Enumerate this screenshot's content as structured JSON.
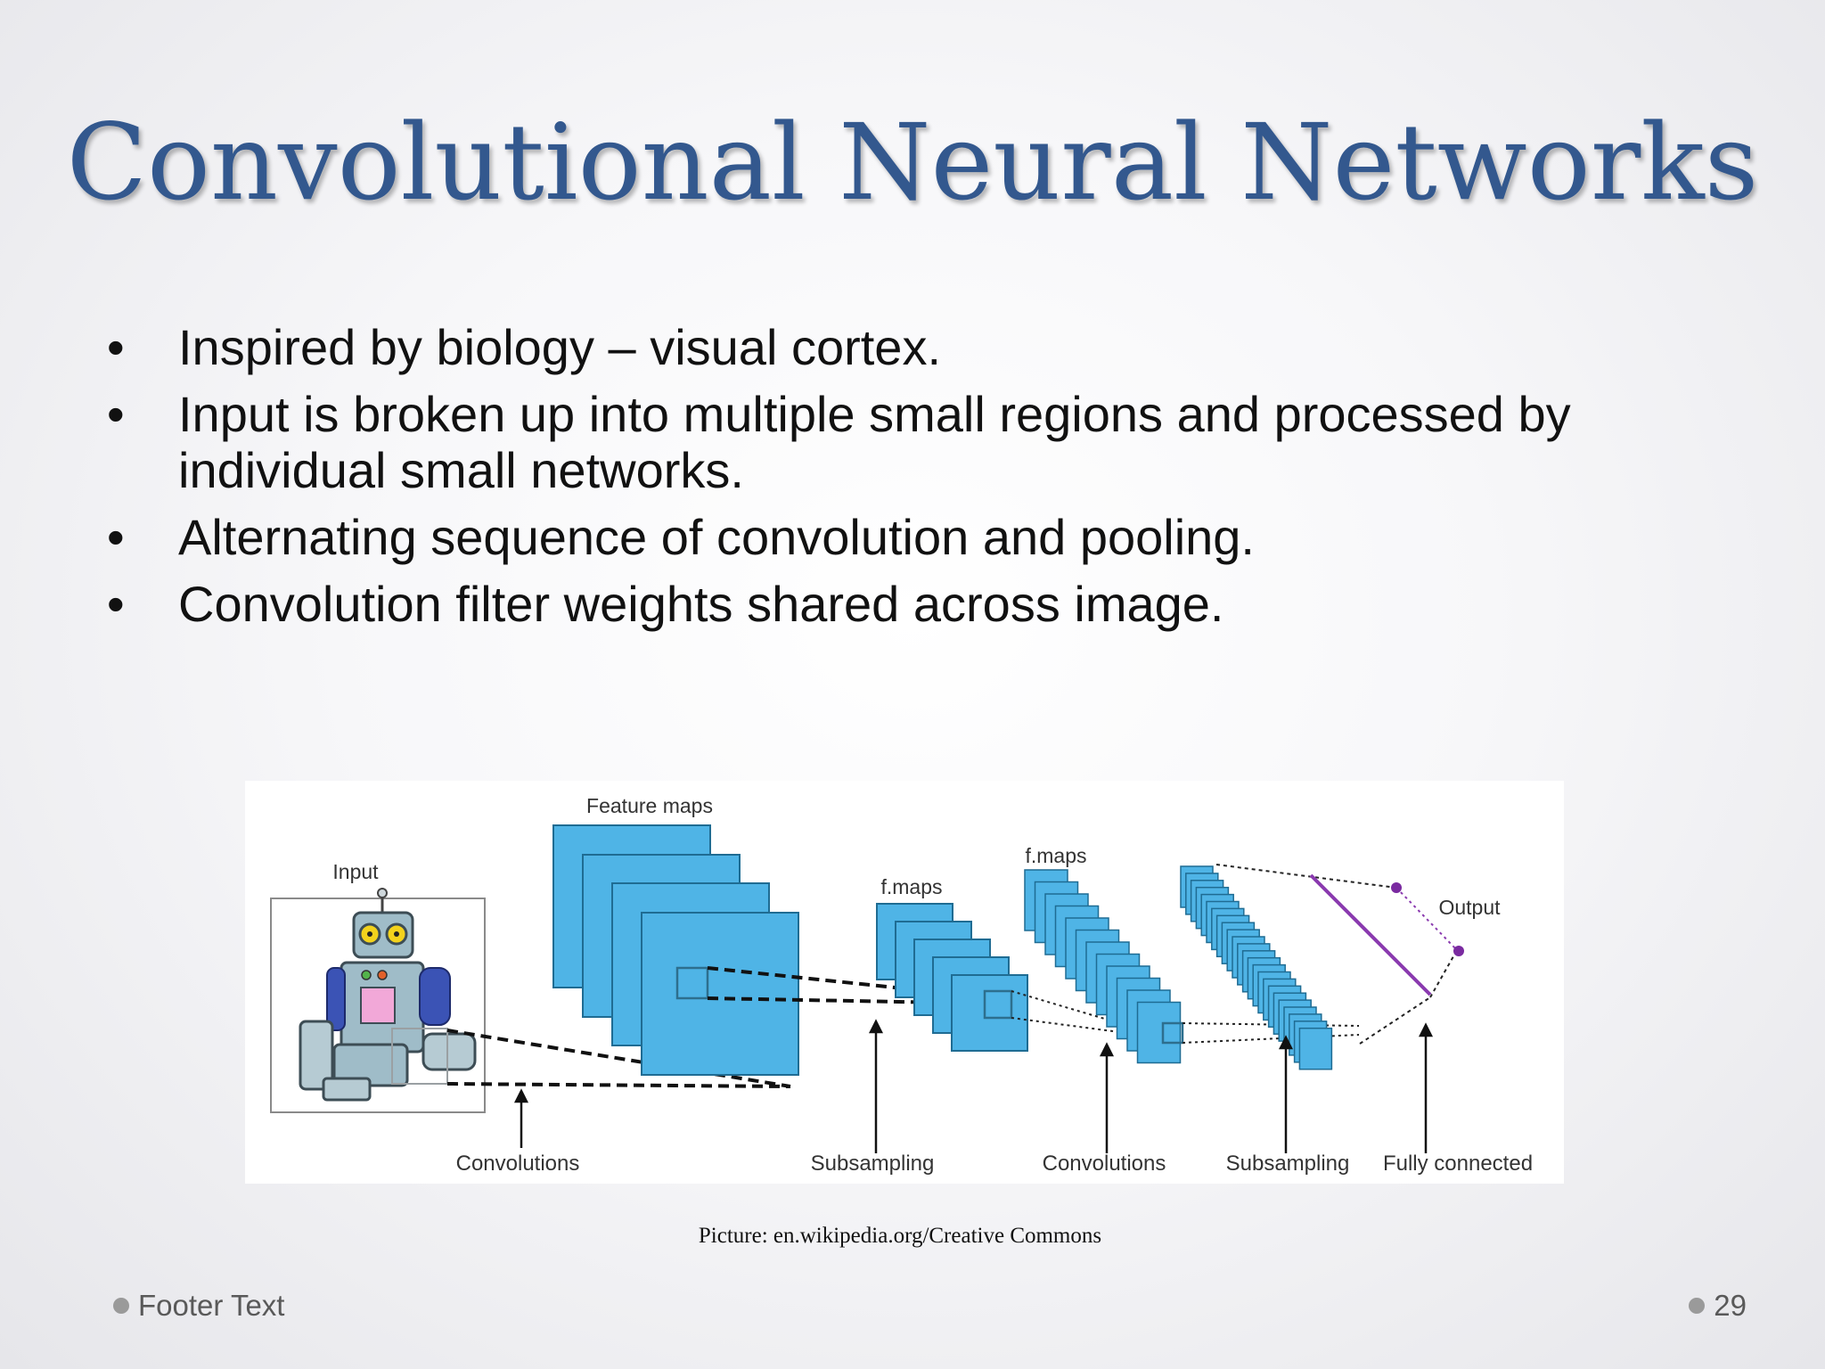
{
  "slide": {
    "title": "Convolutional Neural Networks",
    "bullets": [
      "Inspired by biology – visual cortex.",
      "Input is broken up into multiple small regions and processed by individual small networks.",
      "Alternating sequence of convolution and pooling.",
      "Convolution filter weights shared across image."
    ],
    "bullet_symbol": "•",
    "caption": "Picture: en.wikipedia.org/Creative Commons",
    "footer_text": "Footer Text",
    "page_number": "29"
  },
  "diagram": {
    "labels": {
      "input": "Input",
      "feature_maps": "Feature maps",
      "fmaps_1": "f.maps",
      "fmaps_2": "f.maps",
      "output": "Output"
    },
    "stages": [
      "Convolutions",
      "Subsampling",
      "Convolutions",
      "Subsampling",
      "Fully connected"
    ],
    "colors": {
      "map_fill": "#4fb4e6",
      "map_stroke": "#1f6c93",
      "output": "#8a3aaf",
      "title": "#33588e"
    },
    "icons": [
      "robot-icon"
    ]
  }
}
